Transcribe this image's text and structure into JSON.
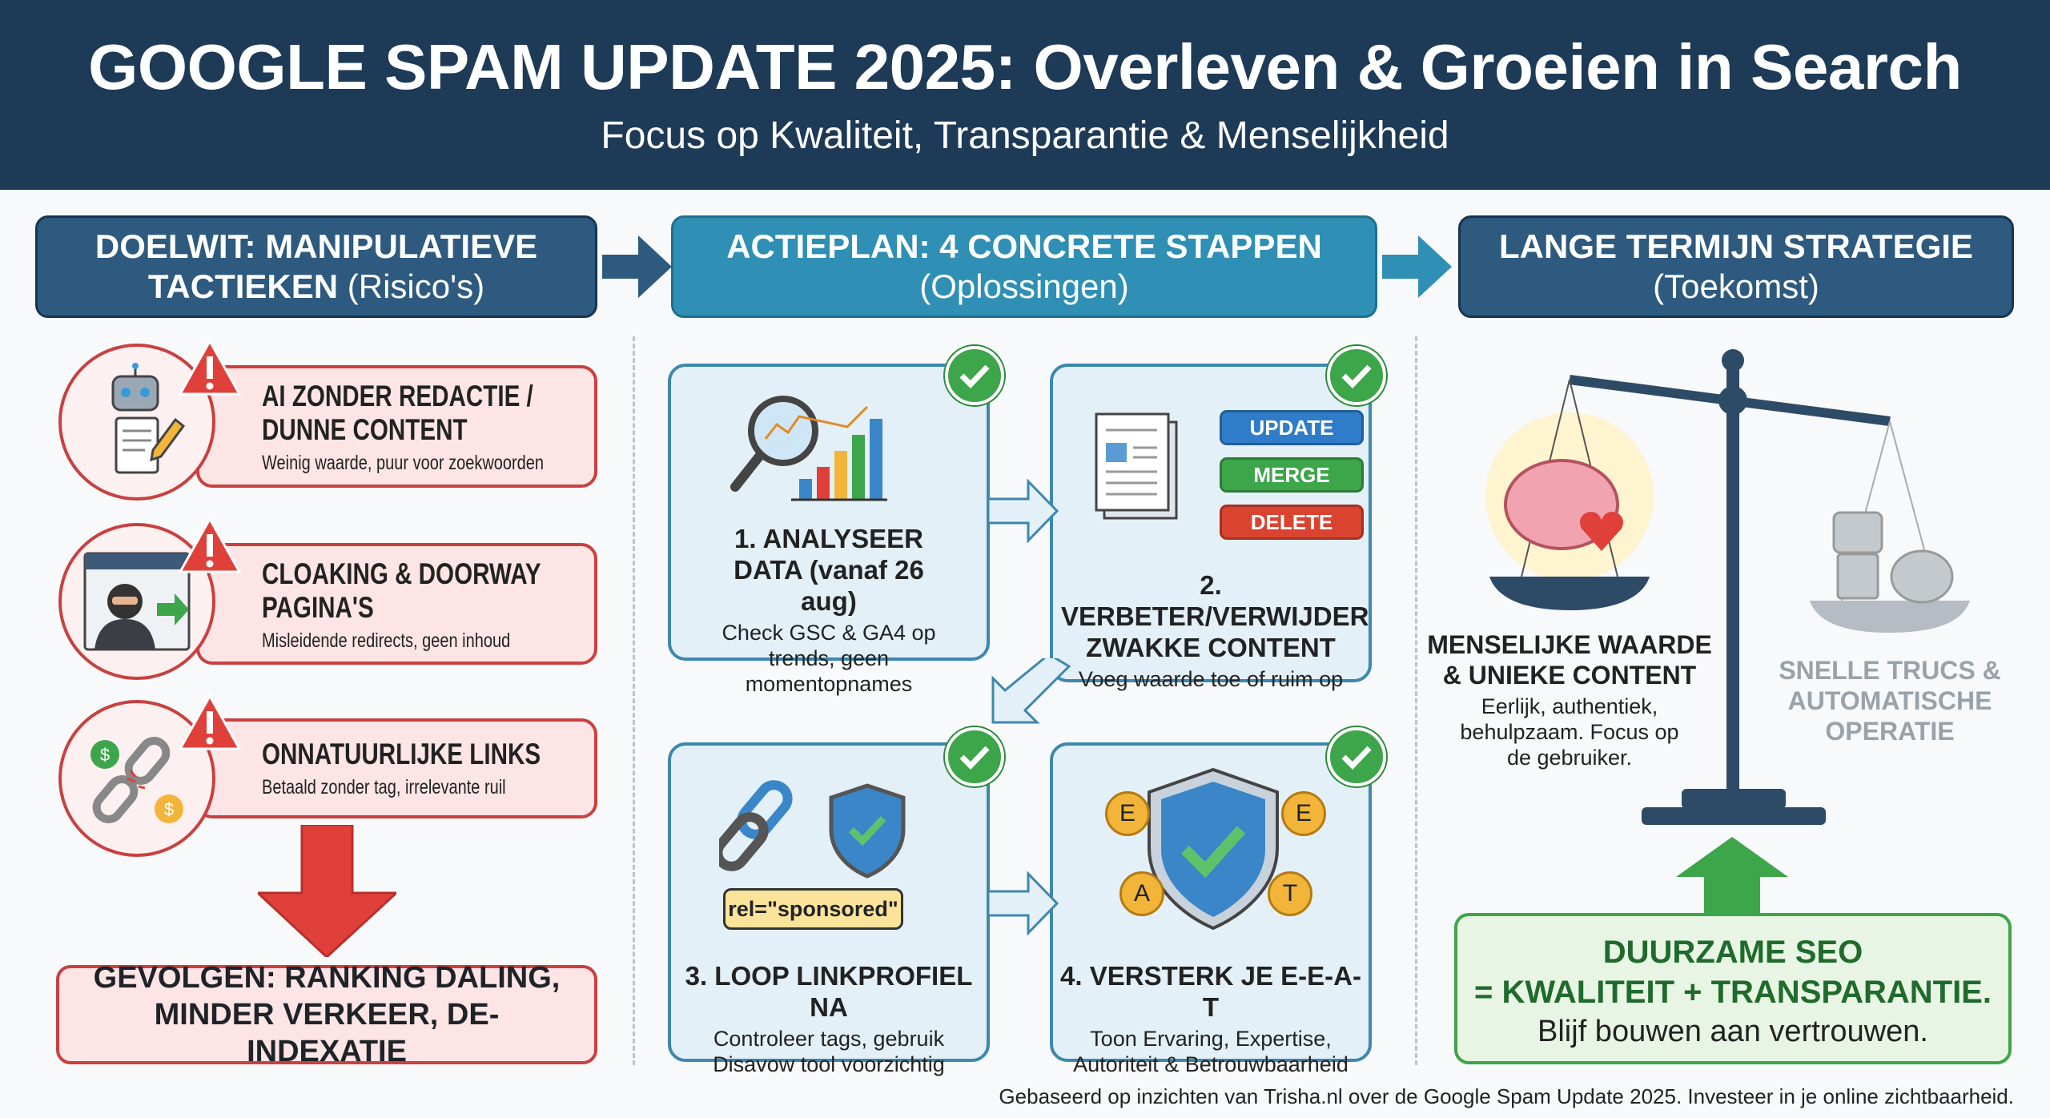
{
  "header": {
    "title": "GOOGLE SPAM UPDATE 2025: Overleven & Groeien in Search",
    "subtitle": "Focus op Kwaliteit, Transparantie & Menselijkheid"
  },
  "columns": [
    {
      "title_bold": "DOELWIT: MANIPULATIEVE",
      "title_bold2": "TACTIEKEN",
      "title_rest": " (Risico's)"
    },
    {
      "title_bold": "ACTIEPLAN: 4 CONCRETE STAPPEN",
      "title_rest": "(Oplossingen)"
    },
    {
      "title_bold": "LANGE TERMIJN STRATEGIE",
      "title_rest": "(Toekomst)"
    }
  ],
  "risks": [
    {
      "title": "AI ZONDER REDACTIE / DUNNE CONTENT",
      "sub": "Weinig waarde, puur voor zoekwoorden",
      "icon": "robot-writing-icon"
    },
    {
      "title": "CLOAKING & DOORWAY PAGINA'S",
      "sub": "Misleidende redirects, geen inhoud",
      "icon": "hacker-redirect-icon"
    },
    {
      "title": "ONNATUURLIJKE LINKS",
      "sub": "Betaald zonder tag, irrelevante ruil",
      "icon": "broken-chain-money-icon"
    }
  ],
  "consequence": "GEVOLGEN: RANKING DALING, MINDER VERKEER, DE-INDEXATIE",
  "steps": [
    {
      "title": "1. ANALYSEER DATA (vanaf 26 aug)",
      "sub": "Check GSC & GA4 op trends, geen momentopnames"
    },
    {
      "title": "2. VERBETER/VERWIJDER ZWAKKE CONTENT",
      "sub": "Voeg waarde toe of ruim op",
      "chips": [
        "UPDATE",
        "MERGE",
        "DELETE"
      ]
    },
    {
      "title": "3. LOOP LINKPROFIEL NA",
      "sub": "Controleer tags, gebruik Disavow tool voorzichtig",
      "tag": "rel=\"sponsored\""
    },
    {
      "title": "4. VERSTERK JE E-E-A-T",
      "sub": "Toon Ervaring, Expertise, Autoriteit & Betrouwbaarheid",
      "badges": [
        "E",
        "E",
        "A",
        "T"
      ]
    }
  ],
  "strategy": {
    "left_title": "MENSELIJKE WAARDE & UNIEKE CONTENT",
    "left_sub": "Eerlijk, authentiek, behulpzaam. Focus op de gebruiker.",
    "right_title": "SNELLE TRUCS & AUTOMATISCHE OPERATIE",
    "conclusion_line1": "DUURZAME SEO",
    "conclusion_line2": "= KWALITEIT + TRANSPARANTIE.",
    "conclusion_line3": "Blijf bouwen aan vertrouwen."
  },
  "footer": "Gebaseerd op inzichten van Trisha.nl over de Google Spam Update 2025. Investeer in je online zichtbaarheid.",
  "colors": {
    "navy": "#1d3a57",
    "teal": "#2f8fb4",
    "red": "#c94040",
    "green": "#3da54a"
  }
}
